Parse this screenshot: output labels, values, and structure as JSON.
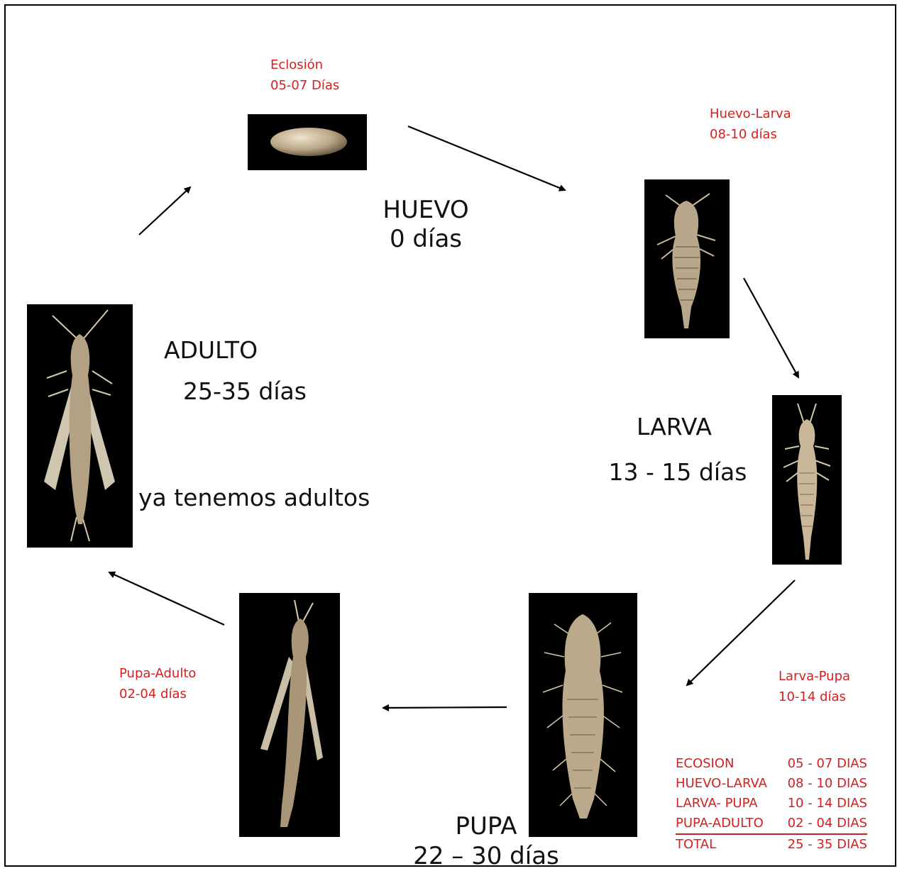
{
  "stages": {
    "huevo": {
      "name": "HUEVO",
      "time": "0 días"
    },
    "larva": {
      "name": "LARVA",
      "time": "13 - 15 días"
    },
    "pupa": {
      "name": "PUPA",
      "time": "22 – 30 días"
    },
    "adulto": {
      "name": "ADULTO",
      "time": "25-35 días",
      "note": "ya tenemos adultos"
    }
  },
  "transitions": {
    "eclosion": {
      "name": "Eclosión",
      "time": "05-07 Días"
    },
    "huevo_larva": {
      "name": "Huevo-Larva",
      "time": "08-10 días"
    },
    "larva_pupa": {
      "name": "Larva-Pupa",
      "time": "10-14 días"
    },
    "pupa_adulto": {
      "name": "Pupa-Adulto",
      "time": "02-04 días"
    }
  },
  "summary": [
    {
      "label": "ECOSION",
      "value": "05 - 07 DIAS"
    },
    {
      "label": "HUEVO-LARVA",
      "value": "08 - 10 DIAS"
    },
    {
      "label": "LARVA- PUPA",
      "value": "10 - 14 DIAS"
    },
    {
      "label": "PUPA-ADULTO",
      "value": "02 - 04 DIAS"
    }
  ],
  "total": {
    "label": "TOTAL",
    "value": "25 - 35 DIAS"
  },
  "colors": {
    "accent_red": "#d42020",
    "text": "#111111",
    "photo_bg": "#000000",
    "specimen": "#bfae92"
  }
}
